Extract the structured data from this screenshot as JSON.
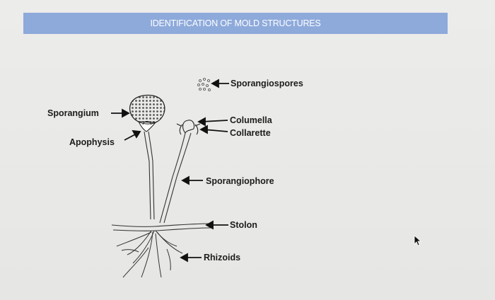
{
  "title": "IDENTIFICATION OF MOLD STRUCTURES",
  "labels": {
    "sporangiospores": "Sporangiospores",
    "sporangium": "Sporangium",
    "columella": "Columella",
    "collarette": "Collarette",
    "apophysis": "Apophysis",
    "sporangiophore": "Sporangiophore",
    "stolon": "Stolon",
    "rhizoids": "Rhizoids"
  },
  "colors": {
    "title_bar": "#8eaadb",
    "title_text": "#ffffff",
    "background": "#e9e9e8",
    "ink": "#1c1c1c"
  },
  "icons": [
    "mouse-cursor-icon"
  ]
}
